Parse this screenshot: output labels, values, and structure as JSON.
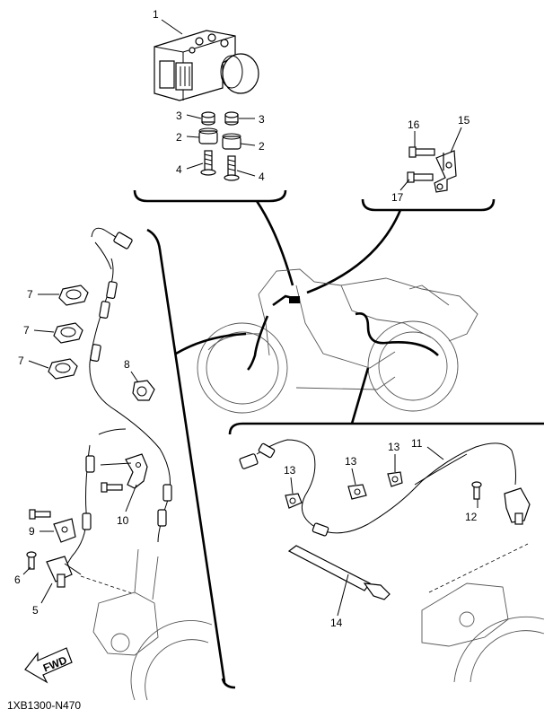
{
  "diagram_code": "1XB1300-N470",
  "fwd_label": "FWD",
  "callouts": {
    "c1": "1",
    "c2a": "2",
    "c2b": "2",
    "c3a": "3",
    "c3b": "3",
    "c4a": "4",
    "c4b": "4",
    "c5": "5",
    "c6": "6",
    "c7a": "7",
    "c7b": "7",
    "c7c": "7",
    "c8": "8",
    "c9": "9",
    "c10": "10",
    "c11": "11",
    "c12": "12",
    "c13a": "13",
    "c13b": "13",
    "c13c": "13",
    "c14": "14",
    "c15": "15",
    "c16": "16",
    "c17": "17"
  }
}
